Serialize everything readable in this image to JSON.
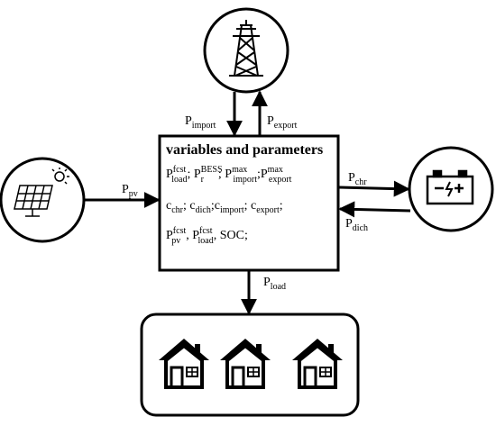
{
  "center_box": {
    "title": "variables and parameters",
    "line1": {
      "p_load_fcst": {
        "base": "P",
        "sup": "fcst",
        "sub": "load",
        "after": "; "
      },
      "p_r_bess": {
        "base": "P",
        "sup": "BESS",
        "sub": "r",
        "after": "; "
      },
      "p_import_max": {
        "base": "P",
        "sup": "max",
        "sub": "import",
        "after": ";"
      },
      "p_export_max": {
        "base": "P",
        "sup": "max",
        "sub": "export",
        "after": ""
      }
    },
    "line2": {
      "c_chr": {
        "base": "c",
        "sub": "chr",
        "after": "; "
      },
      "c_dich": {
        "base": "c",
        "sub": "dich",
        "after": ";"
      },
      "c_import": {
        "base": "c",
        "sub": "import",
        "after": "; "
      },
      "c_export": {
        "base": "c",
        "sub": "export",
        "after": ";"
      }
    },
    "line3": {
      "p_pv_fcst": {
        "base": "P",
        "sup": "fcst",
        "sub": "pv",
        "after": ", "
      },
      "p_load_fcst2": {
        "base": "P",
        "sup": "fcst",
        "sub": "load",
        "after": ", "
      },
      "soc": {
        "text": "SOC;"
      }
    }
  },
  "flows": {
    "p_import": {
      "base": "P",
      "sub": "import"
    },
    "p_export": {
      "base": "P",
      "sub": "export"
    },
    "p_pv": {
      "base": "P",
      "sub": "pv"
    },
    "p_chr": {
      "base": "P",
      "sub": "chr"
    },
    "p_dich": {
      "base": "P",
      "sub": "dich"
    },
    "p_load": {
      "base": "P",
      "sub": "load"
    }
  },
  "icons": {
    "grid": "transmission-tower-icon",
    "solar": "solar-panel-icon",
    "battery": "battery-icon",
    "houses": [
      "house-icon",
      "house-icon",
      "house-icon"
    ]
  }
}
